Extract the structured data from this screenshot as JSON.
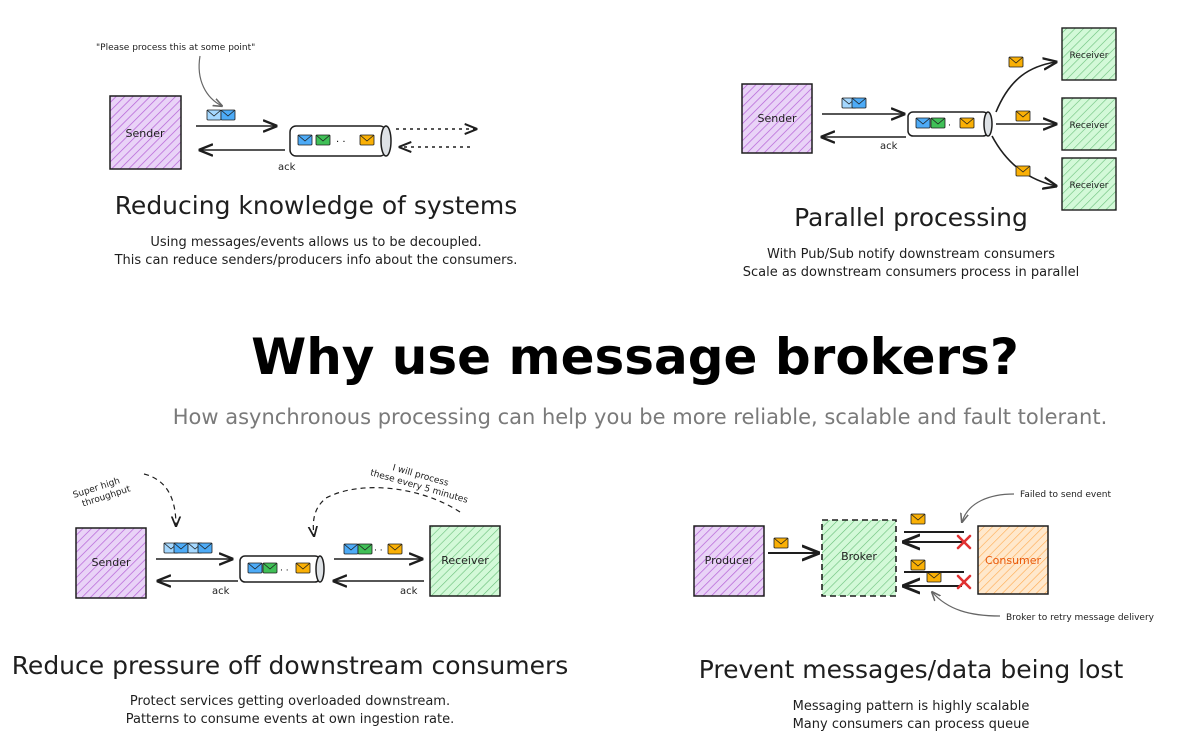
{
  "title": "Why use message brokers?",
  "subtitle": "How asynchronous processing can help you be more reliable, scalable and fault tolerant.",
  "colors": {
    "purple": "#d8b4f0",
    "purple_stroke": "#9c36b5",
    "green": "#b2f2bb",
    "green_stroke": "#2f9e44",
    "orange": "#ffd8a8",
    "orange_stroke": "#e8590c",
    "envelope_blue": "#4dabf7",
    "envelope_green": "#40c057",
    "envelope_orange": "#fab005",
    "cross": "#e03131"
  },
  "sections": {
    "decoupling": {
      "title": "Reducing knowledge of systems",
      "desc1": "Using messages/events allows us to be decoupled.",
      "desc2": "This can reduce senders/producers info about the consumers.",
      "note": "\"Please process this at some point\"",
      "sender": "Sender",
      "ack": "ack"
    },
    "parallel": {
      "title": "Parallel processing",
      "desc1": "With Pub/Sub notify downstream consumers",
      "desc2": "Scale as downstream consumers process in parallel",
      "sender": "Sender",
      "receiver": "Receiver",
      "ack": "ack"
    },
    "pressure": {
      "title": "Reduce pressure off downstream consumers",
      "desc1": "Protect services getting overloaded downstream.",
      "desc2": "Patterns to consume events at own ingestion rate.",
      "note_left": "Super high throughput",
      "note_right": "I will process these every 5 minutes",
      "sender": "Sender",
      "receiver": "Receiver",
      "ack": "ack"
    },
    "lost": {
      "title": "Prevent messages/data being lost",
      "desc1": "Messaging pattern is highly scalable",
      "desc2": "Many consumers can process queue",
      "producer": "Producer",
      "broker": "Broker",
      "consumer": "Consumer",
      "note_failed": "Failed to send event",
      "note_retry": "Broker to retry message delivery"
    }
  }
}
